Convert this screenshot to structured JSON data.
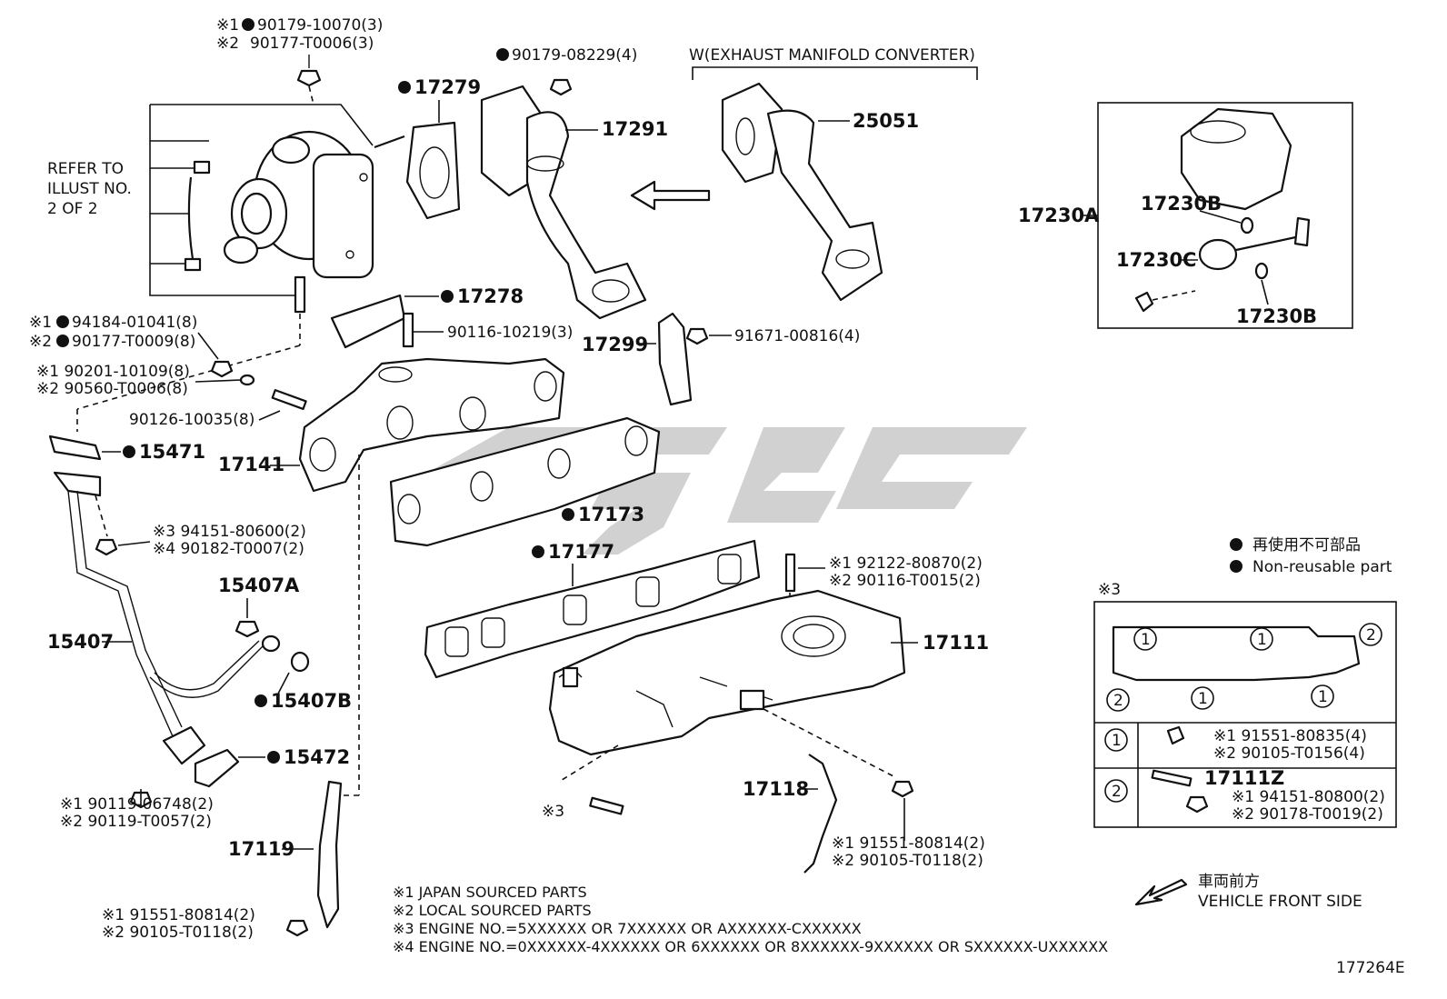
{
  "diagram_id": "177264E",
  "header": {
    "group_label": "W(EXHAUST MANIFOLD CONVERTER)"
  },
  "refer_note": [
    "REFER TO",
    "ILLUST NO.",
    "2 OF 2"
  ],
  "legend": {
    "jp": "再使用不可部品",
    "en": "Non-reusable part"
  },
  "front_side": {
    "jp": "車両前方",
    "en": "VEHICLE FRONT SIDE"
  },
  "footnotes": [
    "※1 JAPAN SOURCED PARTS",
    "※2 LOCAL SOURCED PARTS",
    "※3 ENGINE NO.=5XXXXXX OR 7XXXXXX OR AXXXXXX-CXXXXXX",
    "※4 ENGINE NO.=0XXXXXX-4XXXXXX OR 6XXXXXX OR 8XXXXXX-9XXXXXX OR SXXXXXX-UXXXXXX"
  ],
  "labels": {
    "p1": "※1",
    "p1_num": "90179-10070(3)",
    "p2": "※2",
    "p2_num": "90177-T0006(3)",
    "p3": "90179-08229(4)",
    "p4": "17279",
    "p5": "17291",
    "p6": "25051",
    "p7": "17278",
    "p8": "90116-10219(3)",
    "p9": "17299",
    "p10": "91671-00816(4)",
    "p11a": "※1",
    "p11": "94184-01041(8)",
    "p12a": "※2",
    "p12": "90177-T0009(8)",
    "p13": "※1 90201-10109(8)",
    "p14": "※2 90560-T0006(8)",
    "p15": "90126-10035(8)",
    "p16": "15471",
    "p17": "17141",
    "p18": "17173",
    "p19": "※3 94151-80600(2)",
    "p20": "※4 90182-T0007(2)",
    "p21": "17177",
    "p22": "※1 92122-80870(2)",
    "p23": "※2 90116-T0015(2)",
    "p24": "15407A",
    "p25": "15407",
    "p26": "15407B",
    "p27": "17111",
    "p28": "15472",
    "p29": "※1 90119-06748(2)",
    "p30": "※2 90119-T0057(2)",
    "p31": "17118",
    "p32": "※3",
    "p33": "※1 91551-80814(2)",
    "p34": "※2 90105-T0118(2)",
    "p35": "17119",
    "p36": "※1 91551-80814(2)",
    "p37": "※2 90105-T0118(2)",
    "p38": "17230A",
    "p39": "17230B",
    "p40": "17230C",
    "p41": "17230B"
  },
  "inset3": {
    "title": "※3",
    "markers": [
      "1",
      "2"
    ],
    "row1_a": "※1 91551-80835(4)",
    "row1_b": "※2 90105-T0156(4)",
    "row2_part": "17111Z",
    "row2_a": "※1 94151-80800(2)",
    "row2_b": "※2 90178-T0019(2)"
  }
}
